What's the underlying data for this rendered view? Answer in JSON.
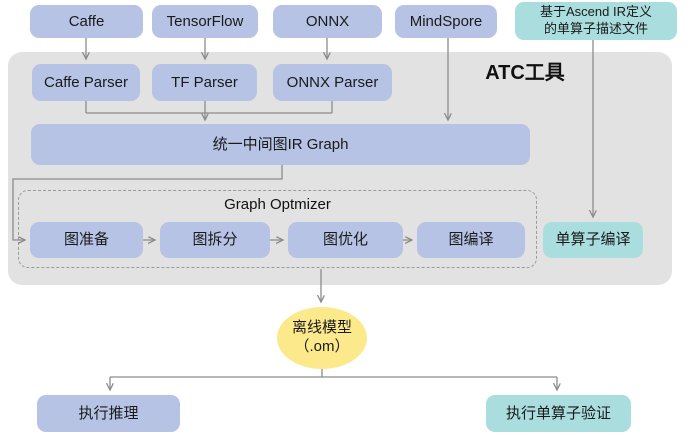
{
  "top_row": {
    "caffe": "Caffe",
    "tensorflow": "TensorFlow",
    "onnx": "ONNX",
    "mindspore": "MindSpore",
    "ascend_ir_file_line1": "基于Ascend IR定义",
    "ascend_ir_file_line2": "的单算子描述文件"
  },
  "atc": {
    "title": "ATC工具",
    "caffe_parser": "Caffe Parser",
    "tf_parser": "TF Parser",
    "onnx_parser": "ONNX Parser",
    "ir_graph": "统一中间图IR Graph",
    "graph_optimizer": {
      "title": "Graph Optmizer",
      "steps": [
        "图准备",
        "图拆分",
        "图优化",
        "图编译"
      ]
    },
    "single_op_compile": "单算子编译"
  },
  "output": {
    "offline_model_line1": "离线模型",
    "offline_model_line2": "（.om）"
  },
  "bottom": {
    "run_inference": "执行推理",
    "run_single_op_verify": "执行单算子验证"
  },
  "colors": {
    "node-blue": "#b6c3e4",
    "node-teal": "#aaddde",
    "container-gray": "#e2e2e2",
    "ellipse-yellow": "#fce98c",
    "line-gray": "#8c8c8c",
    "text-dark": "#1a1a1a",
    "dash-gray": "#9a9a9a"
  }
}
